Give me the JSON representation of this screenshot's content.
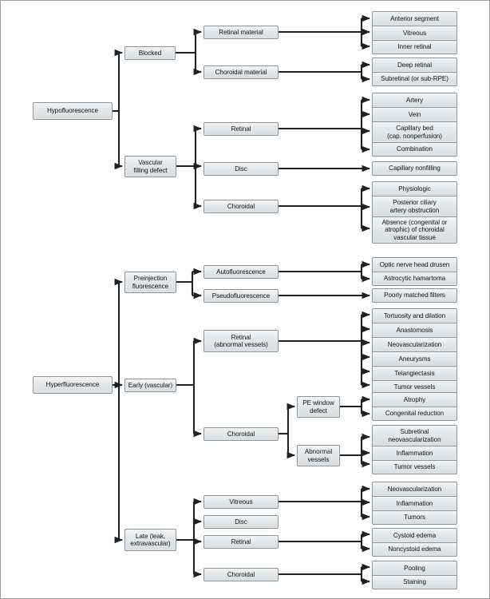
{
  "diagram": {
    "title": "Fluorescein angiography interpretation flowchart",
    "type": "tree-flowchart",
    "colors": {
      "box_fill_top": "#f2f4f6",
      "box_fill_bottom": "#d9dee2",
      "box_border": "#8e9396",
      "connector": "#1c2226",
      "frame_border": "#999b9d",
      "text": "#111417"
    },
    "roots": [
      {
        "id": "hypofluorescence",
        "label": "Hypofluorescence",
        "children": [
          {
            "id": "blocked",
            "label": "Blocked",
            "children": [
              {
                "id": "retinal-material",
                "label": "Retinal material",
                "leaves": [
                  "Anterior segment",
                  "Vitreous",
                  "Inner retinal"
                ]
              },
              {
                "id": "choroidal-material",
                "label": "Choroidal material",
                "leaves": [
                  "Deep retinal",
                  "Subretinal (or sub-RPE)"
                ]
              }
            ]
          },
          {
            "id": "vascular-filling-defect",
            "label": "Vascular filling defect",
            "label_lines": [
              "Vascular",
              "filling defect"
            ],
            "children": [
              {
                "id": "vfd-retinal",
                "label": "Retinal",
                "leaves": [
                  "Artery",
                  "Vein",
                  "Capillary bed (cap. nonperfusion)",
                  "Combination"
                ],
                "leaf_lines": [
                  [
                    "Artery"
                  ],
                  [
                    "Vein"
                  ],
                  [
                    "Capillary bed",
                    "(cap. nonperfusion)"
                  ],
                  [
                    "Combination"
                  ]
                ]
              },
              {
                "id": "vfd-disc",
                "label": "Disc",
                "leaves": [
                  "Capillary nonfilling"
                ]
              },
              {
                "id": "vfd-choroidal",
                "label": "Choroidal",
                "leaves": [
                  "Physiologic",
                  "Posterior ciliary artery obstruction",
                  "Absence (congenital or atrophic) of choroidal vascular tissue"
                ],
                "leaf_lines": [
                  [
                    "Physiologic"
                  ],
                  [
                    "Posterior ciliary",
                    "artery obstruction"
                  ],
                  [
                    "Absence (congenital or",
                    "atrophic) of choroidal",
                    "vascular tissue"
                  ]
                ]
              }
            ]
          }
        ]
      },
      {
        "id": "hyperfluorescence",
        "label": "Hyperfluorescence",
        "children": [
          {
            "id": "preinjection-fluorescence",
            "label": "Preinjection fluorescence",
            "label_lines": [
              "Preinjection",
              "fluorescence"
            ],
            "children": [
              {
                "id": "autofluorescence",
                "label": "Autofluorescence",
                "leaves": [
                  "Optic nerve head drusen",
                  "Astrocytic hamartoma"
                ]
              },
              {
                "id": "pseudofluorescence",
                "label": "Pseudofluorescence",
                "leaves": [
                  "Poorly matched filters"
                ]
              }
            ]
          },
          {
            "id": "early-vascular",
            "label": "Early (vascular)",
            "children": [
              {
                "id": "early-retinal",
                "label": "Retinal (abnormal vessels)",
                "label_lines": [
                  "Retinal",
                  "(abnormal vessels)"
                ],
                "leaves": [
                  "Tortuosity and dilation",
                  "Anastomosis",
                  "Neovascularization",
                  "Aneurysms",
                  "Telangiectasis",
                  "Tumor vessels"
                ]
              },
              {
                "id": "early-choroidal",
                "label": "Choroidal",
                "children": [
                  {
                    "id": "pe-window-defect",
                    "label": "PE window defect",
                    "label_lines": [
                      "PE window",
                      "defect"
                    ],
                    "leaves": [
                      "Atrophy",
                      "Congenital reduction"
                    ]
                  },
                  {
                    "id": "abnormal-vessels",
                    "label": "Abnormal vessels",
                    "label_lines": [
                      "Abnormal",
                      "vessels"
                    ],
                    "leaves": [
                      "Subretinal neovascularization",
                      "Inflammation",
                      "Tumor vessels"
                    ],
                    "leaf_lines": [
                      [
                        "Subretinal",
                        "neovascularization"
                      ],
                      [
                        "Inflammation"
                      ],
                      [
                        "Tumor vessels"
                      ]
                    ]
                  }
                ]
              }
            ]
          },
          {
            "id": "late-leak",
            "label": "Late (leak, extravascular)",
            "label_lines": [
              "Late (leak,",
              "extravascular)"
            ],
            "children": [
              {
                "id": "late-vitreous",
                "label": "Vitreous",
                "leaves": [
                  "Neovascularization",
                  "Inflammation",
                  "Tumors"
                ]
              },
              {
                "id": "late-disc",
                "label": "Disc",
                "leaves": []
              },
              {
                "id": "late-retinal",
                "label": "Retinal",
                "leaves": [
                  "Cystoid edema",
                  "Noncystoid edema"
                ]
              },
              {
                "id": "late-choroidal",
                "label": "Choroidal",
                "leaves": [
                  "Pooling",
                  "Staining"
                ]
              }
            ]
          }
        ]
      }
    ]
  },
  "nodes": {
    "hypofluorescence": "Hypofluorescence",
    "blocked": "Blocked",
    "retinal_material": "Retinal material",
    "choroidal_material": "Choroidal material",
    "anterior_segment": "Anterior segment",
    "vitreous_1": "Vitreous",
    "inner_retinal": "Inner retinal",
    "deep_retinal": "Deep retinal",
    "subretinal_rpe": "Subretinal (or sub-RPE)",
    "vascular_l1": "Vascular",
    "vascular_l2": "filling defect",
    "vfd_retinal": "Retinal",
    "vfd_disc": "Disc",
    "vfd_choroidal": "Choroidal",
    "artery": "Artery",
    "vein": "Vein",
    "capillary_bed_l1": "Capillary bed",
    "capillary_bed_l2": "(cap. nonperfusion)",
    "combination": "Combination",
    "capillary_nonfilling": "Capillary nonfilling",
    "physiologic": "Physiologic",
    "posterior_ciliary_l1": "Posterior ciliary",
    "posterior_ciliary_l2": "artery obstruction",
    "absence_l1": "Absence (congenital or",
    "absence_l2": "atrophic) of choroidal",
    "absence_l3": "vascular tissue",
    "hyperfluorescence": "Hyperfluorescence",
    "preinjection_l1": "Preinjection",
    "preinjection_l2": "fluorescence",
    "autofluorescence": "Autofluorescence",
    "pseudofluorescence": "Pseudofluorescence",
    "optic_nerve_head_drusen": "Optic nerve head drusen",
    "astrocytic_hamartoma": "Astrocytic hamartoma",
    "poorly_matched_filters": "Poorly matched filters",
    "early_vascular": "Early (vascular)",
    "early_retinal_l1": "Retinal",
    "early_retinal_l2": "(abnormal vessels)",
    "tortuosity": "Tortuosity and dilation",
    "anastomosis": "Anastomosis",
    "neovascularization_1": "Neovascularization",
    "aneurysms": "Aneurysms",
    "telangiectasis": "Telangiectasis",
    "tumor_vessels_1": "Tumor vessels",
    "early_choroidal": "Choroidal",
    "pe_window_l1": "PE window",
    "pe_window_l2": "defect",
    "atrophy": "Atrophy",
    "congenital_reduction": "Congenital reduction",
    "abnormal_vessels_l1": "Abnormal",
    "abnormal_vessels_l2": "vessels",
    "subretinal_neo_l1": "Subretinal",
    "subretinal_neo_l2": "neovascularization",
    "inflammation_1": "Inflammation",
    "tumor_vessels_2": "Tumor vessels",
    "late_l1": "Late (leak,",
    "late_l2": "extravascular)",
    "late_vitreous": "Vitreous",
    "late_disc": "Disc",
    "late_retinal": "Retinal",
    "late_choroidal": "Choroidal",
    "neovascularization_2": "Neovascularization",
    "inflammation_2": "Inflammation",
    "tumors": "Tumors",
    "cystoid_edema": "Cystoid edema",
    "noncystoid_edema": "Noncystoid edema",
    "pooling": "Pooling",
    "staining": "Staining"
  }
}
